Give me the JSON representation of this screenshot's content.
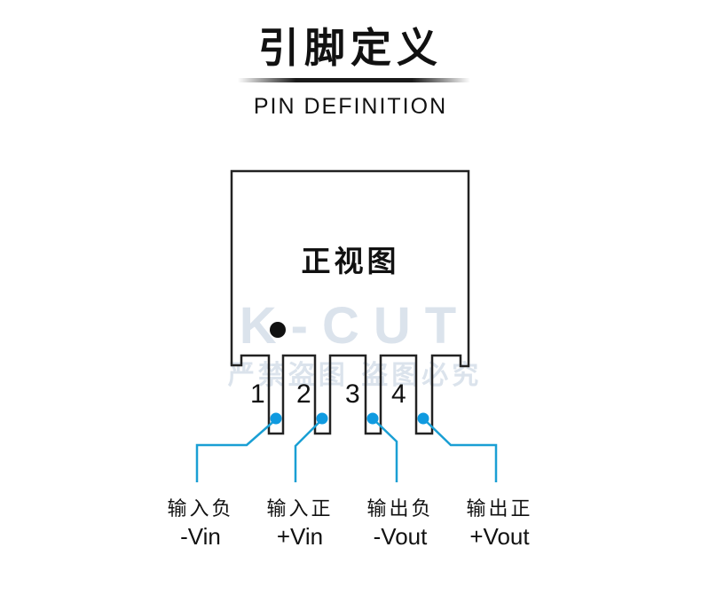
{
  "header": {
    "title_cn": "引脚定义",
    "title_en": "PIN DEFINITION"
  },
  "body": {
    "view_label": "正视图",
    "pin1_marker": "orientation-dot"
  },
  "watermark": {
    "brand": "K-CUT",
    "notice": "严禁盗图 盗图必究"
  },
  "pins": [
    {
      "number": "1",
      "label_cn": "输入负",
      "label_en": "-Vin"
    },
    {
      "number": "2",
      "label_cn": "输入正",
      "label_en": "+Vin"
    },
    {
      "number": "3",
      "label_cn": "输出负",
      "label_en": "-Vout"
    },
    {
      "number": "4",
      "label_cn": "输出正",
      "label_en": "+Vout"
    }
  ],
  "colors": {
    "outline": "#222222",
    "leader": "#1a9fd4",
    "dot": "#0f9ae0",
    "watermark": "#dbe3ec"
  }
}
